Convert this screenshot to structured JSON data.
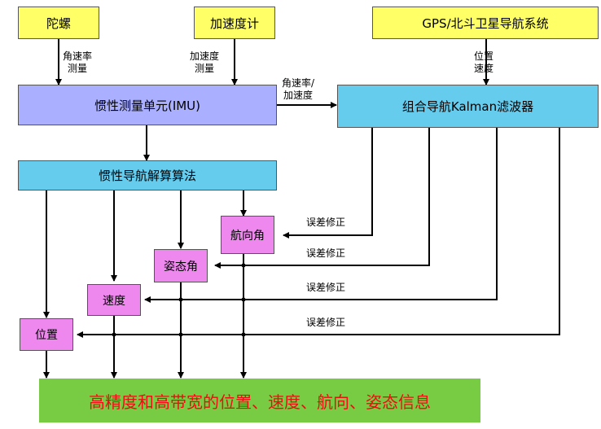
{
  "nodes": {
    "gyro": "陀螺",
    "accelerometer": "加速度计",
    "gps_beidou": "GPS/北斗卫星导航系统",
    "imu": "惯性测量单元(IMU)",
    "kalman": "组合导航Kalman滤波器",
    "ins_algorithm": "惯性导航解算算法",
    "heading": "航向角",
    "attitude": "姿态角",
    "velocity": "速度",
    "position": "位置",
    "output": "高精度和高带宽的位置、速度、航向、姿态信息"
  },
  "labels": {
    "gyro_measure": [
      "角速率",
      "测量"
    ],
    "accel_measure": [
      "加速度",
      "测量"
    ],
    "gps_output": [
      "位置",
      "速度"
    ],
    "imu_to_kalman": [
      "角速率/",
      "加速度"
    ],
    "correction_heading": "误差修正",
    "correction_attitude": "误差修正",
    "correction_velocity": "误差修正",
    "correction_position": "误差修正"
  },
  "colors": {
    "sensor_box": "#ffff66",
    "imu_box": "#aab0ff",
    "filter_box": "#66ccee",
    "state_box": "#ee88ee",
    "output_box": "#77cc44",
    "output_text": "#e81010"
  }
}
